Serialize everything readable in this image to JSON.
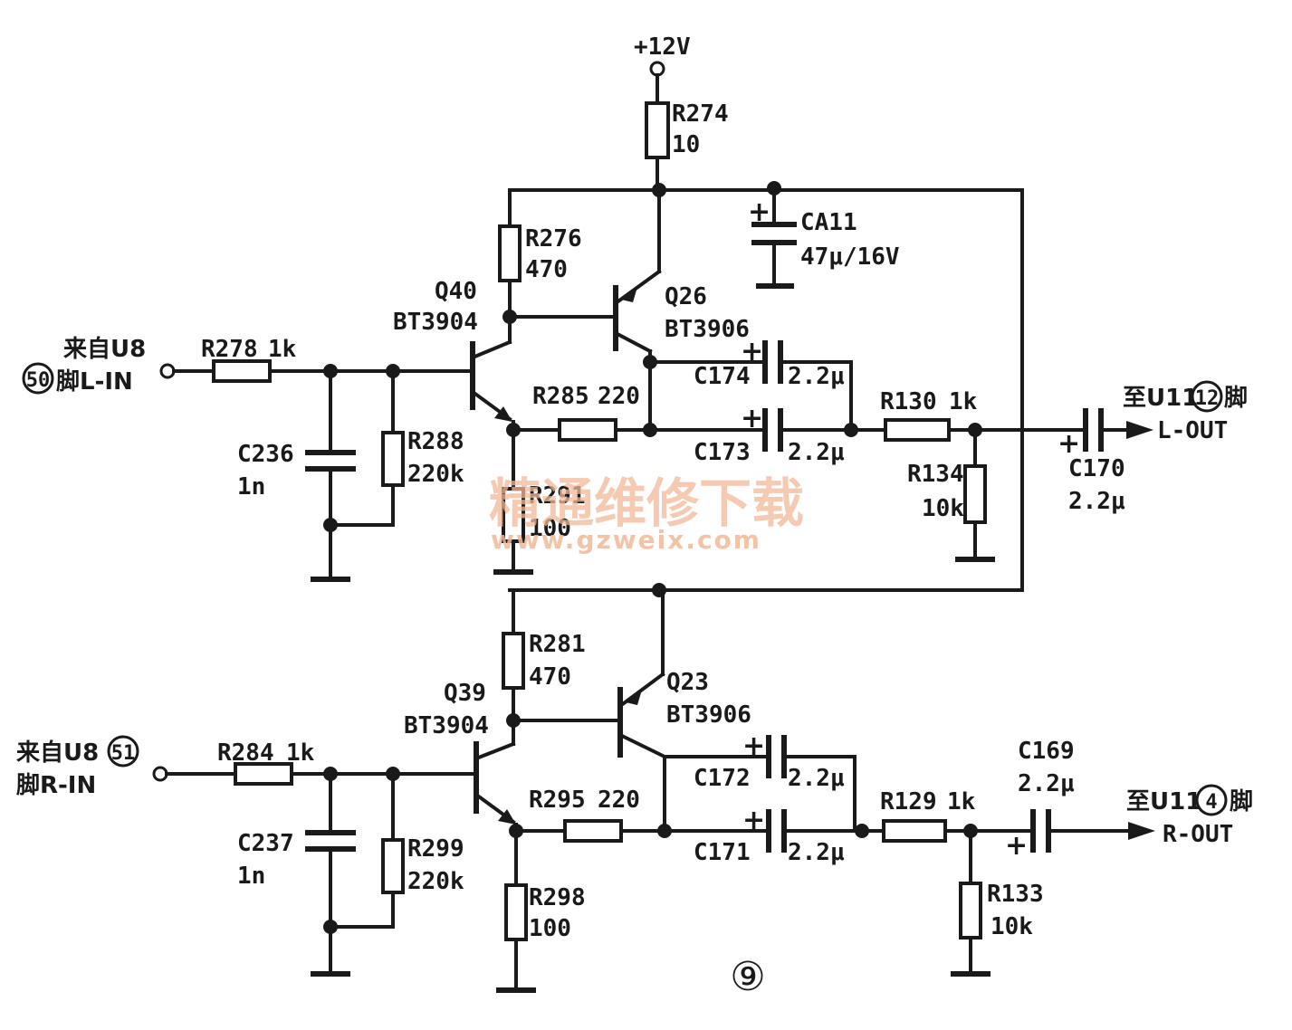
{
  "supply": {
    "label": "+12V"
  },
  "top": {
    "input": {
      "from": "来自U8",
      "pin": "50",
      "suffix": "脚L-IN"
    },
    "output": {
      "to": "至U11",
      "pin": "12",
      "suffix": "脚",
      "name": "L-OUT"
    },
    "R274": {
      "ref": "R274",
      "value": "10"
    },
    "R276": {
      "ref": "R276",
      "value": "470"
    },
    "R278": {
      "ref": "R278",
      "value": "1k"
    },
    "R285": {
      "ref": "R285",
      "value": "220"
    },
    "R288": {
      "ref": "R288",
      "value": "220k"
    },
    "R291": {
      "ref": "R291",
      "value": "100"
    },
    "R130": {
      "ref": "R130",
      "value": "1k"
    },
    "R134": {
      "ref": "R134",
      "value": "10k"
    },
    "C236": {
      "ref": "C236",
      "value": "1n"
    },
    "C174": {
      "ref": "C174",
      "value": "2.2μ"
    },
    "C173": {
      "ref": "C173",
      "value": "2.2μ"
    },
    "C170": {
      "ref": "C170",
      "value": "2.2μ"
    },
    "CA11": {
      "ref": "CA11",
      "value": "47μ/16V"
    },
    "Q40": {
      "ref": "Q40",
      "part": "BT3904"
    },
    "Q26": {
      "ref": "Q26",
      "part": "BT3906"
    }
  },
  "bottom": {
    "input": {
      "from": "来自U8",
      "pin": "51",
      "suffix": "脚R-IN"
    },
    "output": {
      "to": "至U11",
      "pin": "4",
      "suffix": "脚",
      "name": "R-OUT"
    },
    "R281": {
      "ref": "R281",
      "value": "470"
    },
    "R284": {
      "ref": "R284",
      "value": "1k"
    },
    "R295": {
      "ref": "R295",
      "value": "220"
    },
    "R299": {
      "ref": "R299",
      "value": "220k"
    },
    "R298": {
      "ref": "R298",
      "value": "100"
    },
    "R129": {
      "ref": "R129",
      "value": "1k"
    },
    "R133": {
      "ref": "R133",
      "value": "10k"
    },
    "C237": {
      "ref": "C237",
      "value": "1n"
    },
    "C172": {
      "ref": "C172",
      "value": "2.2μ"
    },
    "C171": {
      "ref": "C171",
      "value": "2.2μ"
    },
    "C169": {
      "ref": "C169",
      "value": "2.2μ"
    },
    "Q39": {
      "ref": "Q39",
      "part": "BT3904"
    },
    "Q23": {
      "ref": "Q23",
      "part": "BT3906"
    }
  },
  "watermark": {
    "cn": "精通维修下载",
    "url": "www.gzweix.com"
  },
  "figure": {
    "number": "⑨"
  }
}
